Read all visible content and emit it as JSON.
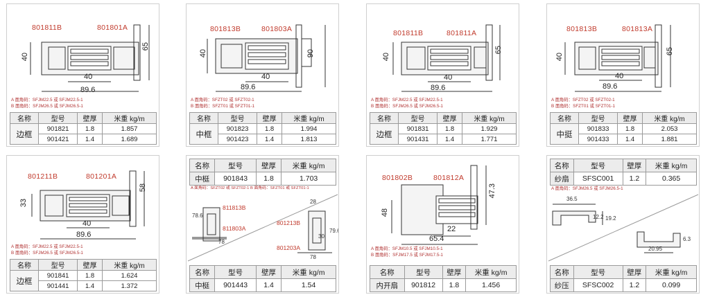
{
  "cards": [
    {
      "part_a": "801811B",
      "part_b": "801801A",
      "dims": [
        "40",
        "65",
        "40",
        "89.6"
      ],
      "notes": [
        "A 面角码：SFJM22.5 或 SFJM22.5-1",
        "B 面角码：SFJM26.5 或 SFJM26.5-1"
      ],
      "headers": [
        "名称",
        "型号",
        "壁厚",
        "米重 kg/m"
      ],
      "name": "边框",
      "rows": [
        [
          "901821",
          "1.8",
          "1.857"
        ],
        [
          "901421",
          "1.4",
          "1.689"
        ]
      ]
    },
    {
      "part_a": "801813B",
      "part_b": "801803A",
      "dims": [
        "40",
        "90",
        "40",
        "89.6"
      ],
      "notes": [
        "A 面角码：SFZT02 或 SFZT02-1",
        "B 面角码：SFZT01 或 SFZT01-1"
      ],
      "headers": [
        "名称",
        "型号",
        "壁厚",
        "米重 kg/m"
      ],
      "name": "中框",
      "rows": [
        [
          "901823",
          "1.8",
          "1.994"
        ],
        [
          "901423",
          "1.4",
          "1.813"
        ]
      ]
    },
    {
      "part_a": "801811B",
      "part_b": "801811A",
      "dims": [
        "40",
        "65",
        "40",
        "89.6"
      ],
      "notes": [
        "A 面角码：SFJM22.5 或 SFJM22.5-1",
        "B 面角码：SFJM26.5 或 SFJM26.5-1"
      ],
      "headers": [
        "名称",
        "型号",
        "壁厚",
        "米重 kg/m"
      ],
      "name": "边框",
      "rows": [
        [
          "901831",
          "1.8",
          "1.929"
        ],
        [
          "901431",
          "1.4",
          "1.771"
        ]
      ]
    },
    {
      "part_a": "801813B",
      "part_b": "801813A",
      "dims": [
        "40",
        "65",
        "40",
        "89.6"
      ],
      "notes": [
        "A 面角码：SFZT02 或 SFZT02-1",
        "B 面角码：SFZT01 或 SFZT01-1"
      ],
      "headers": [
        "名称",
        "型号",
        "壁厚",
        "米重 kg/m"
      ],
      "name": "中挺",
      "rows": [
        [
          "901833",
          "1.8",
          "2.053"
        ],
        [
          "901433",
          "1.4",
          "1.881"
        ]
      ]
    },
    {
      "part_a": "801211B",
      "part_b": "801201A",
      "dims": [
        "33",
        "58",
        "40",
        "89.6"
      ],
      "notes": [
        "A 面角码：SFJM22.5 或 SFJM22.5-1",
        "B 面角码：SFJM26.5 或 SFJM26.5-1"
      ],
      "headers": [
        "名称",
        "型号",
        "壁厚",
        "米重 kg/m"
      ],
      "name": "边框",
      "rows": [
        [
          "901841",
          "1.8",
          "1.624"
        ],
        [
          "901441",
          "1.4",
          "1.372"
        ]
      ]
    },
    {
      "top_headers": [
        "名称",
        "型号",
        "壁厚",
        "米重 kg/m"
      ],
      "top_row": [
        "中梃",
        "901843",
        "1.8",
        "1.703"
      ],
      "notes": [
        "A 面角码：SFZT02 或 SFZT02-1",
        "B 面角码：SFZT01 或 SFZT01-1"
      ],
      "parts": [
        "811813B",
        "811803A",
        "801213B",
        "801203A"
      ],
      "dims": [
        "78.6",
        "78",
        "28",
        "30",
        "79.6",
        "78"
      ],
      "bottom_headers": [
        "名称",
        "型号",
        "壁厚",
        "米重 kg/m"
      ],
      "bottom_row": [
        "中梃",
        "901443",
        "1.4",
        "1.54"
      ]
    },
    {
      "part_a": "801802B",
      "part_b": "801812A",
      "dims": [
        "48",
        "47.3",
        "22",
        "65.4"
      ],
      "notes": [
        "A 面角码：SFJM10.5 或 SFJM10.5-1",
        "B 面角码：SFJM17.5 或 SFJM17.5-1"
      ],
      "headers": [
        "名称",
        "型号",
        "壁厚",
        "米重 kg/m"
      ],
      "row": [
        "内开扇",
        "901812",
        "1.8",
        "1.456"
      ]
    },
    {
      "top_headers": [
        "名称",
        "型号",
        "壁厚",
        "米重 kg/m"
      ],
      "top_row": [
        "纱扇",
        "SFSC001",
        "1.2",
        "0.365"
      ],
      "notes": [
        "A 面角码：SFJM26.5 或 SFJM26.5-1"
      ],
      "dims": [
        "36.5",
        "12.2",
        "19.2",
        "6.3",
        "20.95"
      ],
      "bottom_headers": [
        "名称",
        "型号",
        "壁厚",
        "米重 kg/m"
      ],
      "bottom_row": [
        "纱压",
        "SFSC002",
        "1.2",
        "0.099"
      ]
    }
  ]
}
